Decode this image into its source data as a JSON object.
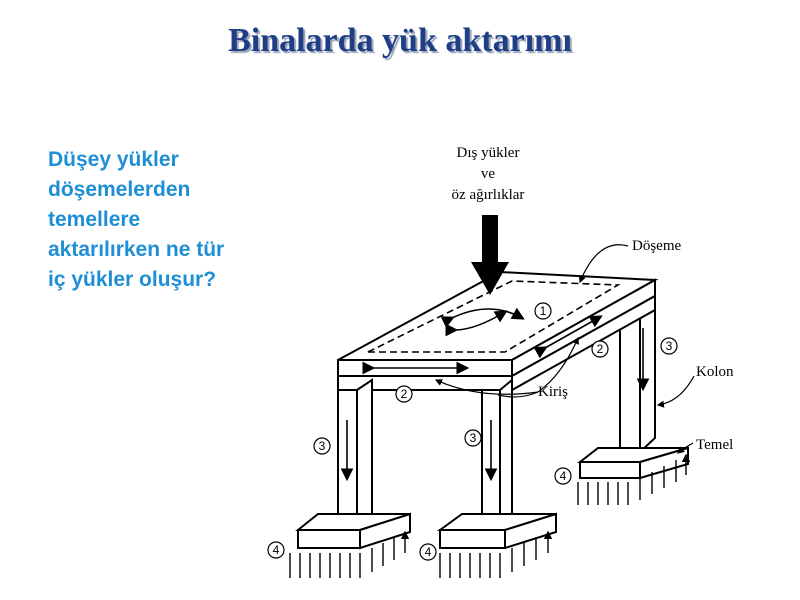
{
  "title": "Binalarda yük aktarımı",
  "question": {
    "lines": [
      "Düşey yükler",
      "döşemelerden",
      "temellere",
      "aktarılırken ne tür",
      "iç yükler oluşur?"
    ]
  },
  "diagram": {
    "load_label": [
      "Dış yükler",
      "ve",
      "öz ağırlıklar"
    ],
    "labels": {
      "doseme": "Döşeme",
      "kiris": "Kiriş",
      "kolon": "Kolon",
      "temel": "Temel"
    },
    "markers": {
      "m1": "1",
      "m2a": "2",
      "m2b": "2",
      "m3a": "3",
      "m3b": "3",
      "m3c": "3",
      "m4a": "4",
      "m4b": "4",
      "m4c": "4"
    }
  }
}
